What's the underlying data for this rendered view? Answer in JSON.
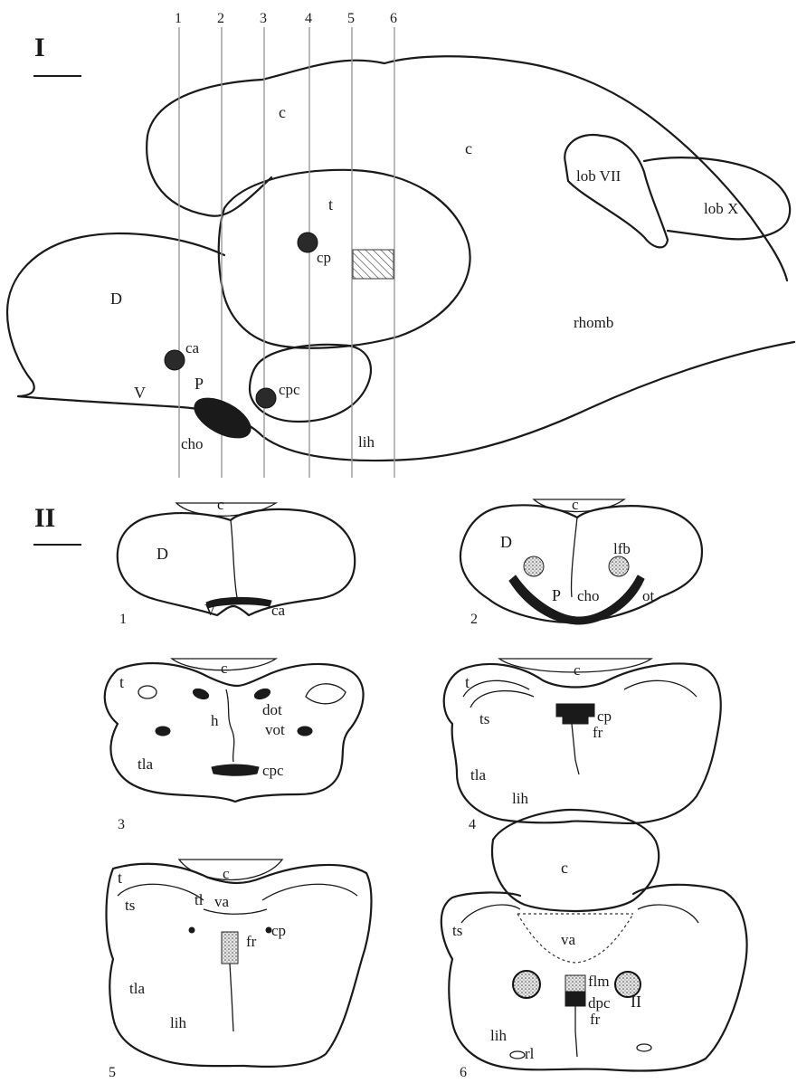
{
  "panel_I": {
    "roman": "I",
    "section_numbers": [
      "1",
      "2",
      "3",
      "4",
      "5",
      "6"
    ],
    "labels": {
      "c1": "c",
      "c2": "c",
      "lob7": "lob VII",
      "lobx": "lob X",
      "t": "t",
      "cp": "cp",
      "D": "D",
      "rhomb": "rhomb",
      "ca": "ca",
      "V": "V",
      "P": "P",
      "cpc": "cpc",
      "cho": "cho",
      "lih": "lih"
    }
  },
  "panel_II": {
    "roman": "II",
    "s1": {
      "num": "1",
      "c": "c",
      "D": "D",
      "ca": "ca",
      "V": "V"
    },
    "s2": {
      "num": "2",
      "c": "c",
      "D": "D",
      "lfb": "lfb",
      "P": "P",
      "cho": "cho",
      "ot": "ot"
    },
    "s3": {
      "num": "3",
      "c": "c",
      "t": "t",
      "dot": "dot",
      "h": "h",
      "vot": "vot",
      "tla": "tla",
      "cpc": "cpc"
    },
    "s4": {
      "num": "4",
      "c": "c",
      "t": "t",
      "ts": "ts",
      "cp": "cp",
      "fr": "fr",
      "tla": "tla",
      "lih": "lih"
    },
    "s5": {
      "num": "5",
      "c": "c",
      "t": "t",
      "ts": "ts",
      "tl": "tl",
      "va": "va",
      "fr": "fr",
      "cp": "cp",
      "tla": "tla",
      "lih": "lih"
    },
    "s6": {
      "num": "6",
      "c": "c",
      "ts": "ts",
      "va": "va",
      "flm": "flm",
      "dpc": "dpc",
      "II": "II",
      "lih": "lih",
      "rl": "rl",
      "fr": "fr"
    }
  }
}
